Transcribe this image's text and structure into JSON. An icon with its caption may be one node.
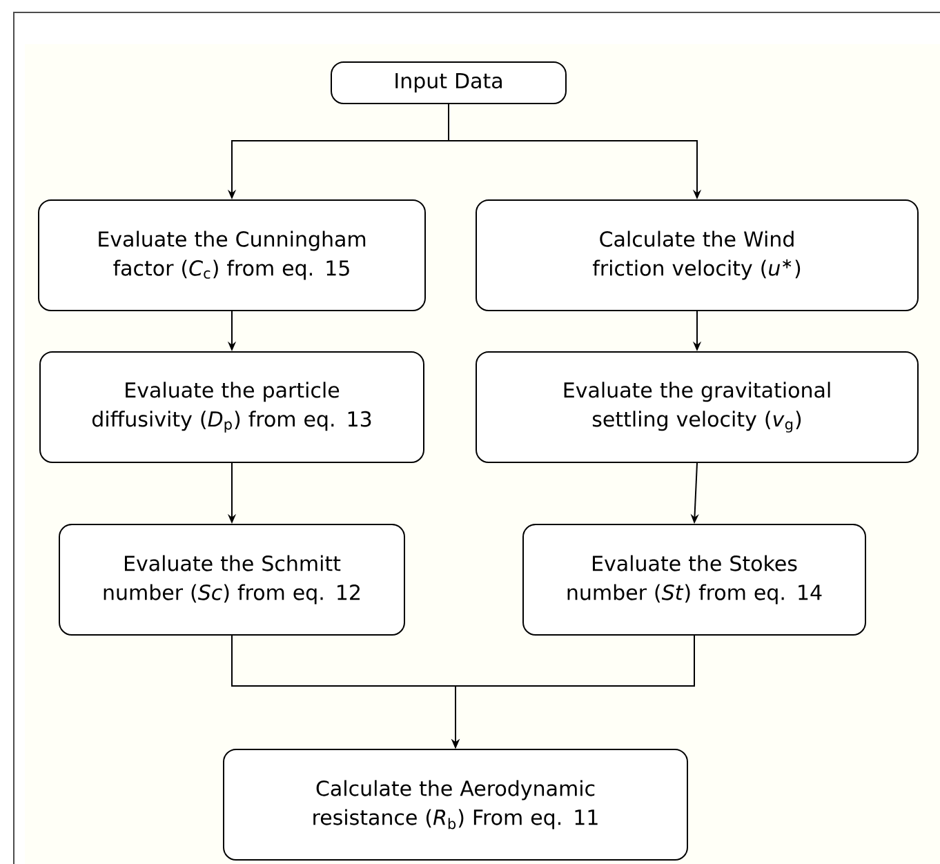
{
  "diagram": {
    "nodes": [
      {
        "text": [
          "Input Data"
        ]
      },
      {
        "text": [
          "Evaluate the Cunningham factor (*C*$_{c}$) from eq. 15"
        ]
      },
      {
        "text": [
          "Calculate the Wind friction velocity (*u*$^{∗}$)"
        ]
      },
      {
        "text": [
          "Evaluate the particle diffusivity (*D*$_{p}$) from eq. 13"
        ]
      },
      {
        "text": [
          "Evaluate the gravitational settling velocity (*v*$_{g}$)"
        ]
      },
      {
        "text": [
          "Evaluate the Schmitt number (*Sc*) from eq. 12"
        ]
      },
      {
        "text": [
          "Evaluate the Stokes number (*St*) from eq. 14"
        ]
      },
      {
        "text": [
          "Calculate the Aerodynamic resistance (*R*$_{b}$) From eq. 11"
        ]
      }
    ],
    "edges": [
      {
        "from": 0,
        "to": 1,
        "arrow": "to"
      },
      {
        "from": 0,
        "to": 2,
        "arrow": "to"
      },
      {
        "from": 1,
        "to": 3,
        "arrow": "to"
      },
      {
        "from": 2,
        "to": 4,
        "arrow": "to"
      },
      {
        "from": 3,
        "to": 5,
        "arrow": "to"
      },
      {
        "from": 4,
        "to": 6,
        "arrow": "to"
      },
      {
        "from": 5,
        "to": 7,
        "arrow": "to"
      },
      {
        "from": 6,
        "to": 7,
        "arrow": "to"
      }
    ]
  }
}
